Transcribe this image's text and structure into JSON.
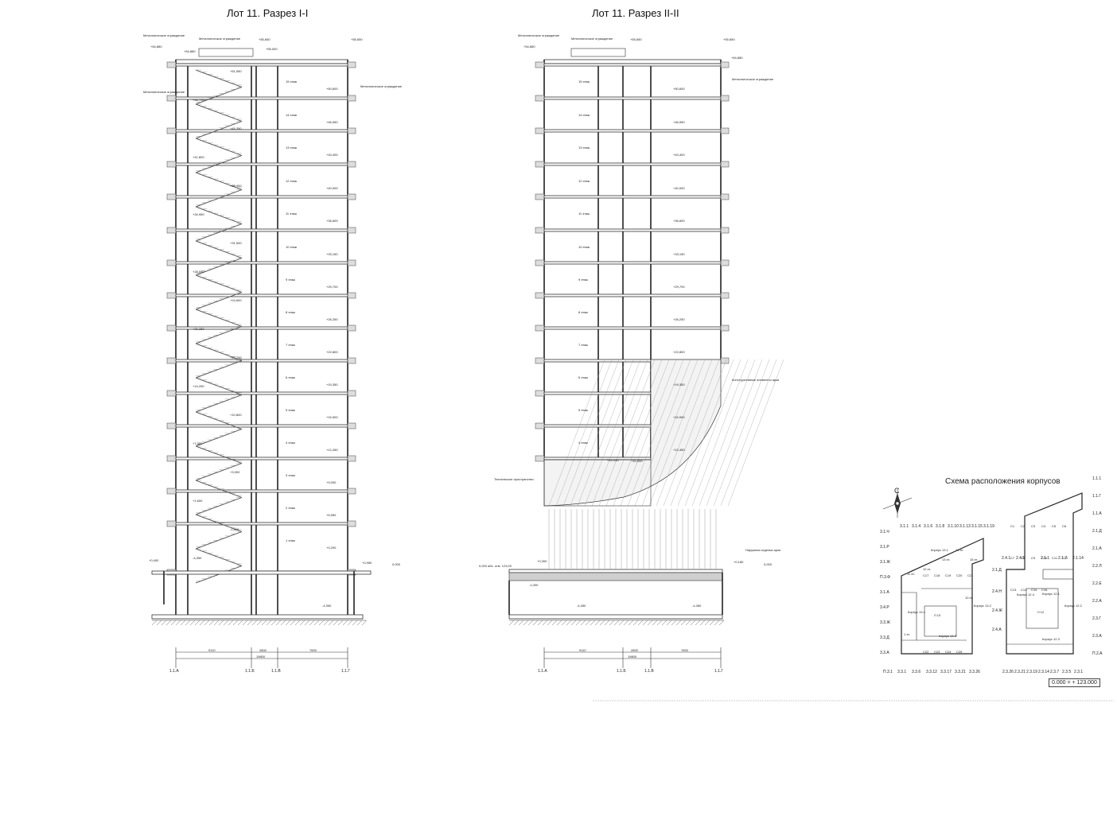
{
  "sheet": {
    "title_section1": "Лот 11. Разрез I-I",
    "title_section2": "Лот 11. Разрез II-II",
    "scheme_title": "Схема расположения корпусов",
    "scheme_elevation": "0.000 = + 123.000",
    "north_label": "С"
  },
  "section1": {
    "top_labels": [
      "Металлическое ограждение",
      "Металлическое ограждение",
      "+55,650",
      "+55,650",
      "+54,880",
      "+54,880",
      "+55,000"
    ],
    "side_label_left": "Металлическое ограждение",
    "side_label_right": "Металлическое ограждение",
    "floors": [
      "15 этаж",
      "14 этаж",
      "13 этаж",
      "12 этаж",
      "11 этаж",
      "10 этаж",
      "9 этаж",
      "8 этаж",
      "7 этаж",
      "6 этаж",
      "5 этаж",
      "4 этаж",
      "3 этаж",
      "2 этаж",
      "1 этаж"
    ],
    "levels": [
      "+50,600",
      "+46,950",
      "+43,400",
      "+40,000",
      "+36,600",
      "+33,150",
      "+29,700",
      "+26,250",
      "+22,800",
      "+19,350",
      "+15,900",
      "+12,450",
      "+9,000",
      "+5,550",
      "+0,200"
    ],
    "stair_levels": [
      "+51,950",
      "+48,700",
      "+45,350",
      "+41,800",
      "+38,400",
      "+34,950",
      "+31,500",
      "+28,050",
      "+24,600",
      "+21,150",
      "+17,700",
      "+14,250",
      "+10,800",
      "+7,350",
      "+3,900",
      "+1,600",
      "-1,800",
      "-4,350"
    ],
    "ground_left": "+0,400",
    "ground_right": "+0,950",
    "ground_zero": "0,000",
    "basement": "-4,350",
    "dims_top": [
      "9110",
      "2800",
      "7600"
    ],
    "dims_total": "19800",
    "axes": [
      "1.1.А",
      "1.1.Б",
      "1.1.В",
      "1.1.Г"
    ]
  },
  "section2": {
    "top_labels": [
      "Металлическое ограждение",
      "Металлическое ограждение",
      "+55,650",
      "+55,650",
      "+54,880",
      "+54,880"
    ],
    "side_label_right": "Металлическое ограждение",
    "floors": [
      "15 этаж",
      "14 этаж",
      "13 этаж",
      "12 этаж",
      "11 этаж",
      "10 этаж",
      "9 этаж",
      "8 этаж",
      "7 этаж",
      "6 этаж",
      "5 этаж",
      "4 этаж"
    ],
    "levels": [
      "+50,600",
      "+46,950",
      "+43,400",
      "+40,000",
      "+36,600",
      "+33,150",
      "+29,700",
      "+26,250",
      "+22,800",
      "+19,350",
      "+15,900",
      "+12,450"
    ],
    "arch_label": "Конструктивные элементы арки",
    "tech_label": "Техническое пространство",
    "outer_label": "Наружная отделка арки",
    "tech_levels": [
      "+12,150",
      "+10,000"
    ],
    "ground_left": "+0,300",
    "ground_abs": "0,000 абс. отм. 123,00",
    "ground_right": "+0,180",
    "ground_zero": "0,000",
    "basement_left": "-1,000",
    "basement": "-4,350",
    "basement_right": "-4,350",
    "dims_top": [
      "9110",
      "2800",
      "7600"
    ],
    "dims_total": "19800",
    "axes": [
      "1.1.А",
      "1.1.Б",
      "1.1.В",
      "1.1.Г"
    ]
  },
  "scheme": {
    "top_axes": [
      "3.1.1",
      "3.1.4",
      "3.1.6",
      "3.1.8",
      "3.1.10",
      "3.1.13",
      "3.1.15",
      "3.1.19"
    ],
    "bottom_axes_left": [
      "П.3.1",
      "3.3.1",
      "3.3.6",
      "3.3.12",
      "3.3.17",
      "3.3.21",
      "3.3.26"
    ],
    "bottom_axes_right": [
      "2.3.26",
      "2.3.21",
      "2.3.19",
      "2.3.14",
      "2.3.7",
      "2.3.5",
      "2.3.1"
    ],
    "left_axes": [
      "3.1.Ч",
      "3.1.Р",
      "3.1.Ж",
      "П.3.Ф",
      "3.1.А",
      "3.4.Р",
      "3.3.Ж",
      "3.3.Д",
      "3.3.А"
    ],
    "right_axes": [
      "1.1.1",
      "1.1.Г",
      "1.1.А",
      "2.1.Д",
      "2.1.А",
      "2.2.Л",
      "2.2.Е",
      "2.2.А",
      "2.3.Г",
      "2.3.А",
      "П.2.А"
    ],
    "mid_axes": [
      "2.4.1",
      "2.4.5",
      "2.1.1",
      "2.1.7",
      "2.1.14",
      "2.1.Д",
      "2.4.Н",
      "2.4.Ж",
      "2.4.А"
    ],
    "block_labels": [
      "Корпус 13.1",
      "Корпус 13.2",
      "Корпус 13.3",
      "Корпус 13.4",
      "Корпус 12.1",
      "Корпус 12.2",
      "Корпус 12.3",
      "Корпус 12.4",
      "Л.13",
      "Л.12"
    ],
    "storey_labels": [
      "15 эт.",
      "14 эт.",
      "13 эт.",
      "12 эт.",
      "11 эт.",
      "10 эт.",
      "1 эт."
    ],
    "cell_labels": [
      "С17",
      "С18",
      "С19",
      "С20",
      "С21",
      "С22",
      "С23",
      "С24",
      "С25",
      "С1",
      "С2",
      "С3",
      "С4",
      "С5",
      "С6",
      "С7",
      "С8",
      "С9",
      "С10",
      "С11",
      "С12",
      "С13",
      "С14",
      "С15",
      "С16"
    ]
  }
}
